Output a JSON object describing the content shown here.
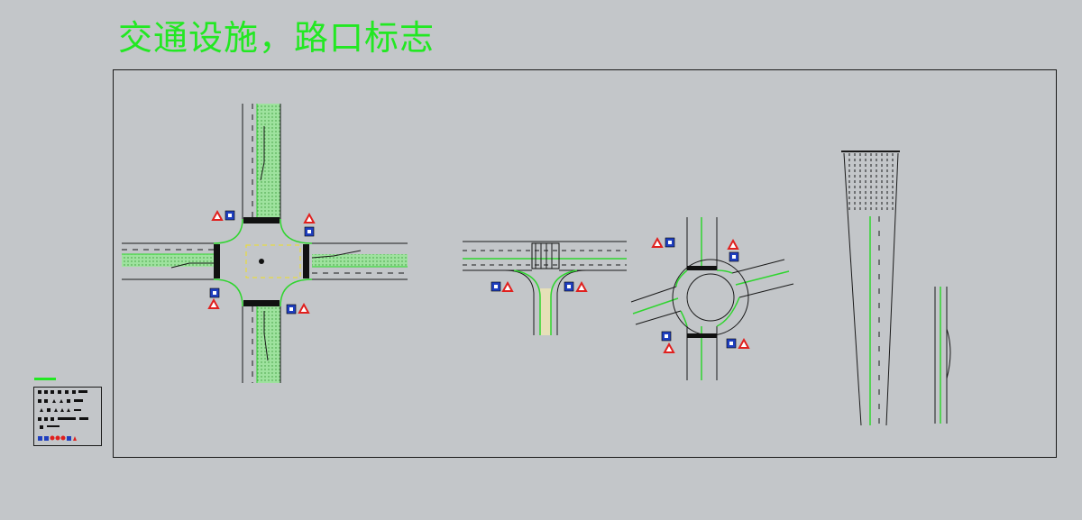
{
  "page": {
    "title": "交通设施，路口标志"
  },
  "drawings": [
    {
      "id": "crossroad",
      "kind": "four-way intersection",
      "caption": ""
    },
    {
      "id": "t-junction",
      "kind": "T-junction",
      "caption": ""
    },
    {
      "id": "roundabout",
      "kind": "roundabout",
      "caption": ""
    },
    {
      "id": "lane-taper",
      "kind": "lane taper / widening",
      "caption": ""
    },
    {
      "id": "lane-detail",
      "kind": "lane detail",
      "caption": ""
    }
  ],
  "colors": {
    "background": "#c3c6c9",
    "title": "#22e822",
    "road_line": "#1a1a1a",
    "median": "#2fd52f",
    "sign_blue": "#1f3fbf",
    "sign_red": "#e0201e"
  }
}
